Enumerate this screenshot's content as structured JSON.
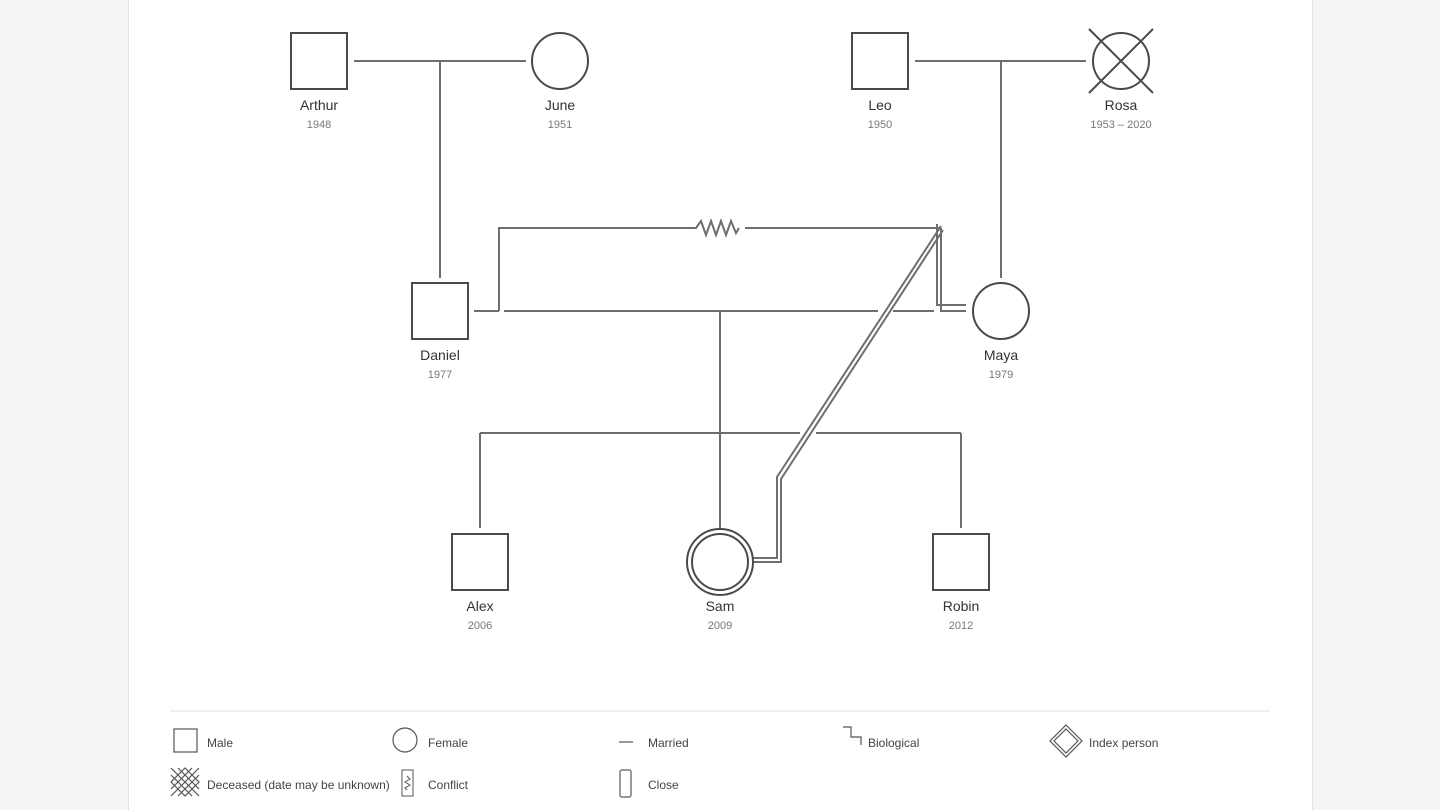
{
  "people": {
    "arthur": {
      "name": "Arthur",
      "year": "1948"
    },
    "june": {
      "name": "June",
      "year": "1951"
    },
    "leo": {
      "name": "Leo",
      "year": "1950"
    },
    "rosa": {
      "name": "Rosa",
      "year": "1953 – 2020"
    },
    "daniel": {
      "name": "Daniel",
      "year": "1977"
    },
    "maya": {
      "name": "Maya",
      "year": "1979"
    },
    "alex": {
      "name": "Alex",
      "year": "2006"
    },
    "sam": {
      "name": "Sam",
      "year": "2009"
    },
    "robin": {
      "name": "Robin",
      "year": "2012"
    }
  },
  "legend": {
    "male": "Male",
    "female": "Female",
    "married": "Married",
    "biological": "Biological",
    "index_person": "Index person",
    "deceased": "Deceased (date may be unknown)",
    "conflict": "Conflict",
    "close": "Close"
  }
}
